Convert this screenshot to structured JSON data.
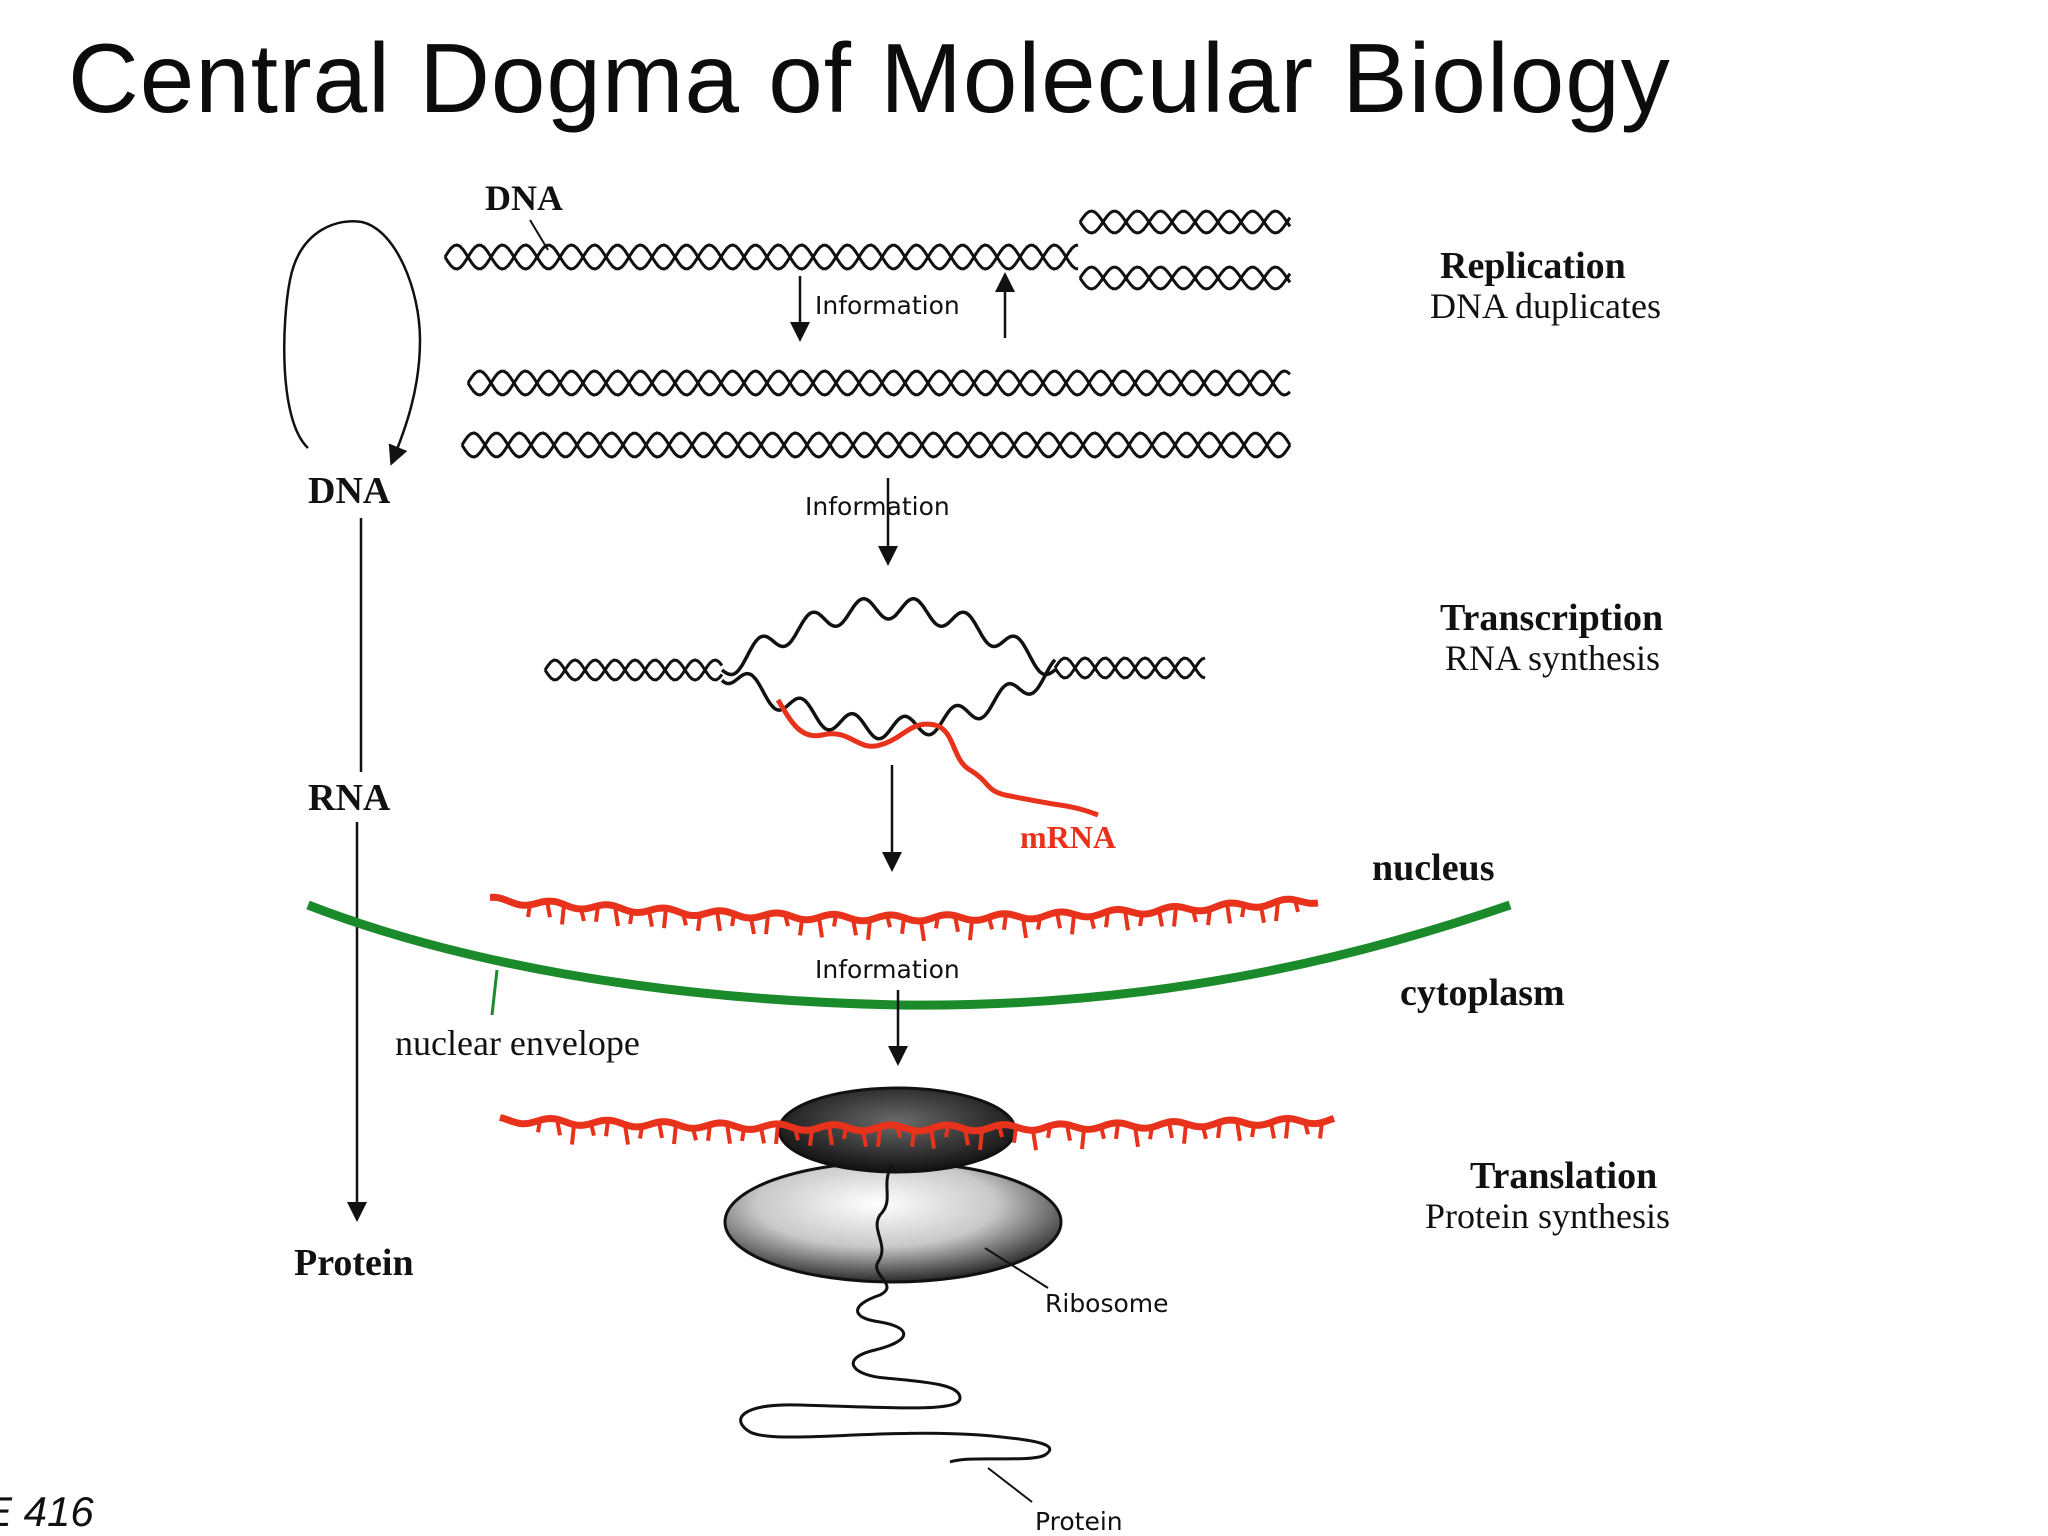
{
  "title": "Central Dogma of Molecular Biology",
  "footer": "E 416",
  "colors": {
    "strand": "#111111",
    "rna": "#e8321c",
    "envelope": "#1b8a2a"
  },
  "flow": {
    "dna": "DNA",
    "rna": "RNA",
    "protein": "Protein"
  },
  "replication": {
    "dna_label": "DNA",
    "arrow_label": "Information",
    "title": "Replication",
    "subtitle": "DNA duplicates"
  },
  "transcription": {
    "arrow_label": "Information",
    "title": "Transcription",
    "subtitle": "RNA synthesis",
    "mrna_label": "mRNA"
  },
  "compartments": {
    "nucleus": "nucleus",
    "cytoplasm": "cytoplasm",
    "envelope_label": "nuclear envelope",
    "export_label": "Information"
  },
  "translation": {
    "title": "Translation",
    "subtitle": "Protein synthesis",
    "ribosome_label": "Ribosome",
    "protein_label": "Protein"
  }
}
